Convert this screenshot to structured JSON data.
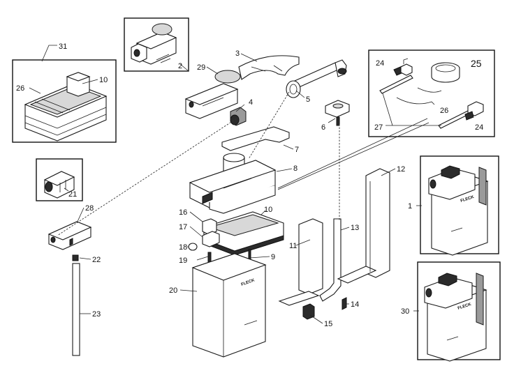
{
  "callouts": {
    "c1": "1",
    "c2": "2",
    "c3": "3",
    "c4": "4",
    "c5": "5",
    "c6": "6",
    "c7": "7",
    "c8": "8",
    "c9": "9",
    "c10a": "10",
    "c10b": "10",
    "c11": "11",
    "c12": "12",
    "c13": "13",
    "c14": "14",
    "c15": "15",
    "c16": "16",
    "c17": "17",
    "c18": "18",
    "c19": "19",
    "c20": "20",
    "c21": "21",
    "c22": "22",
    "c23": "23",
    "c24a": "24",
    "c24b": "24",
    "c25": "25",
    "c26a": "26",
    "c26b": "26",
    "c27": "27",
    "c28": "28",
    "c29": "29",
    "c30": "30",
    "c31": "31"
  },
  "brand_mark": "FLECK"
}
